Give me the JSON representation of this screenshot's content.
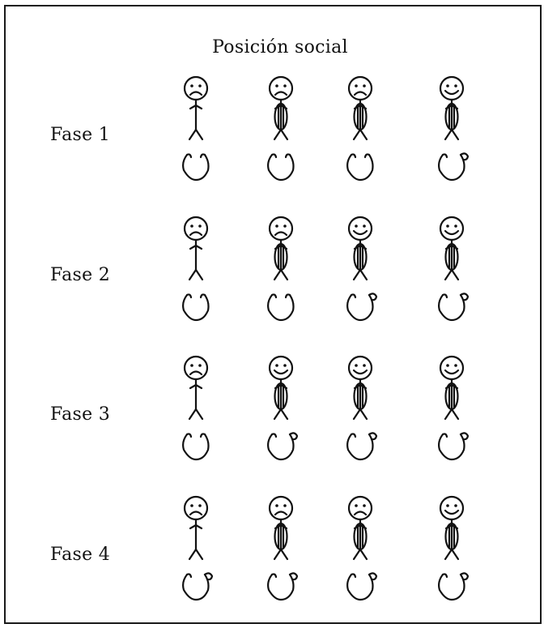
{
  "heading": "Posición social",
  "phases": [
    {
      "label": "Fase 1",
      "figures": [
        {
          "face": "sad",
          "body": "simple",
          "hook": false
        },
        {
          "face": "sad",
          "body": "oval",
          "hook": false
        },
        {
          "face": "sad",
          "body": "oval",
          "hook": false
        },
        {
          "face": "happy",
          "body": "oval",
          "hook": true
        }
      ]
    },
    {
      "label": "Fase 2",
      "figures": [
        {
          "face": "sad",
          "body": "simple",
          "hook": false
        },
        {
          "face": "sad",
          "body": "oval",
          "hook": false
        },
        {
          "face": "happy",
          "body": "oval",
          "hook": true
        },
        {
          "face": "happy",
          "body": "oval",
          "hook": true
        }
      ]
    },
    {
      "label": "Fase 3",
      "figures": [
        {
          "face": "sad",
          "body": "simple",
          "hook": false
        },
        {
          "face": "happy",
          "body": "oval",
          "hook": true
        },
        {
          "face": "happy",
          "body": "oval",
          "hook": true
        },
        {
          "face": "happy",
          "body": "oval",
          "hook": true
        }
      ]
    },
    {
      "label": "Fase 4",
      "figures": [
        {
          "face": "sad",
          "body": "simple",
          "hook": true
        },
        {
          "face": "sad",
          "body": "oval",
          "hook": true
        },
        {
          "face": "sad",
          "body": "oval",
          "hook": true
        },
        {
          "face": "happy",
          "body": "oval",
          "hook": true
        }
      ]
    }
  ]
}
